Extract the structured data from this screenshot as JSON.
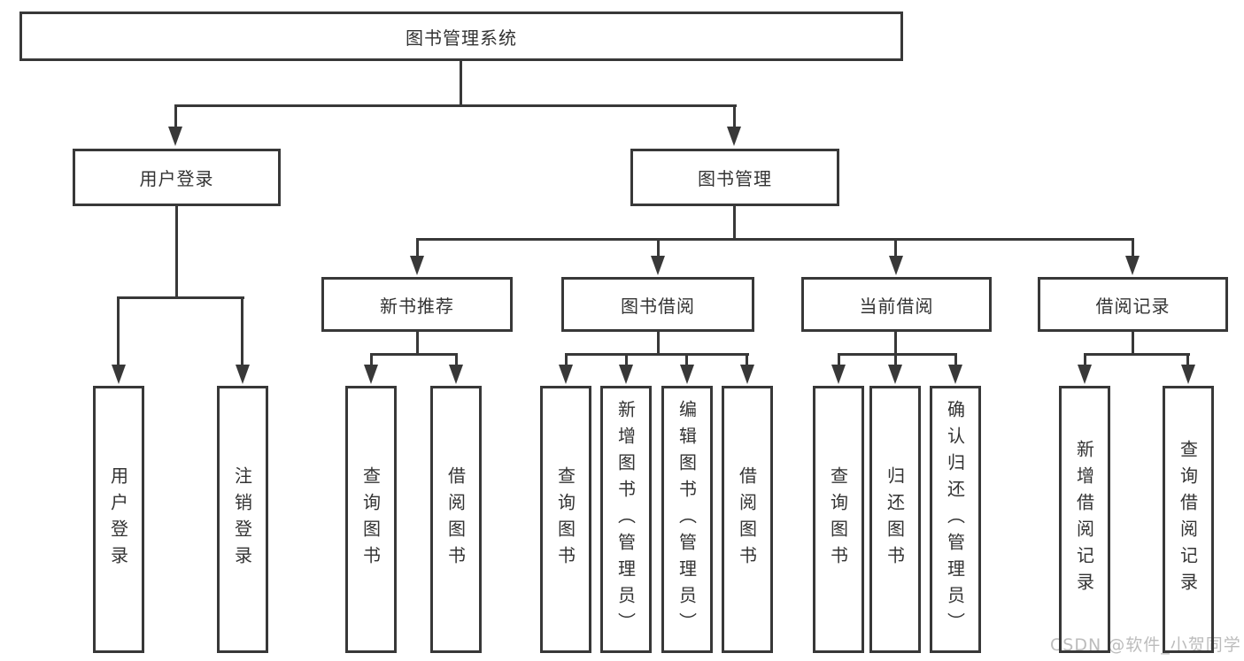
{
  "tree": {
    "root": "图书管理系统",
    "login": {
      "label": "用户登录",
      "leaves": [
        "用户登录",
        "注销登录"
      ]
    },
    "management": {
      "label": "图书管理",
      "groups": [
        {
          "label": "新书推荐",
          "leaves": [
            "查询图书",
            "借阅图书"
          ]
        },
        {
          "label": "图书借阅",
          "leaves": [
            "查询图书",
            "新增图书（管理员）",
            "编辑图书（管理员）",
            "借阅图书"
          ]
        },
        {
          "label": "当前借阅",
          "leaves": [
            "查询图书",
            "归还图书",
            "确认归还（管理员）"
          ]
        },
        {
          "label": "借阅记录",
          "leaves": [
            "新增借阅记录",
            "查询借阅记录"
          ]
        }
      ]
    }
  },
  "watermark": "CSDN @软件_小贺同学",
  "colors": {
    "line": "#383838",
    "text": "#333333",
    "watermark": "#bcbcbc",
    "background": "#ffffff"
  }
}
